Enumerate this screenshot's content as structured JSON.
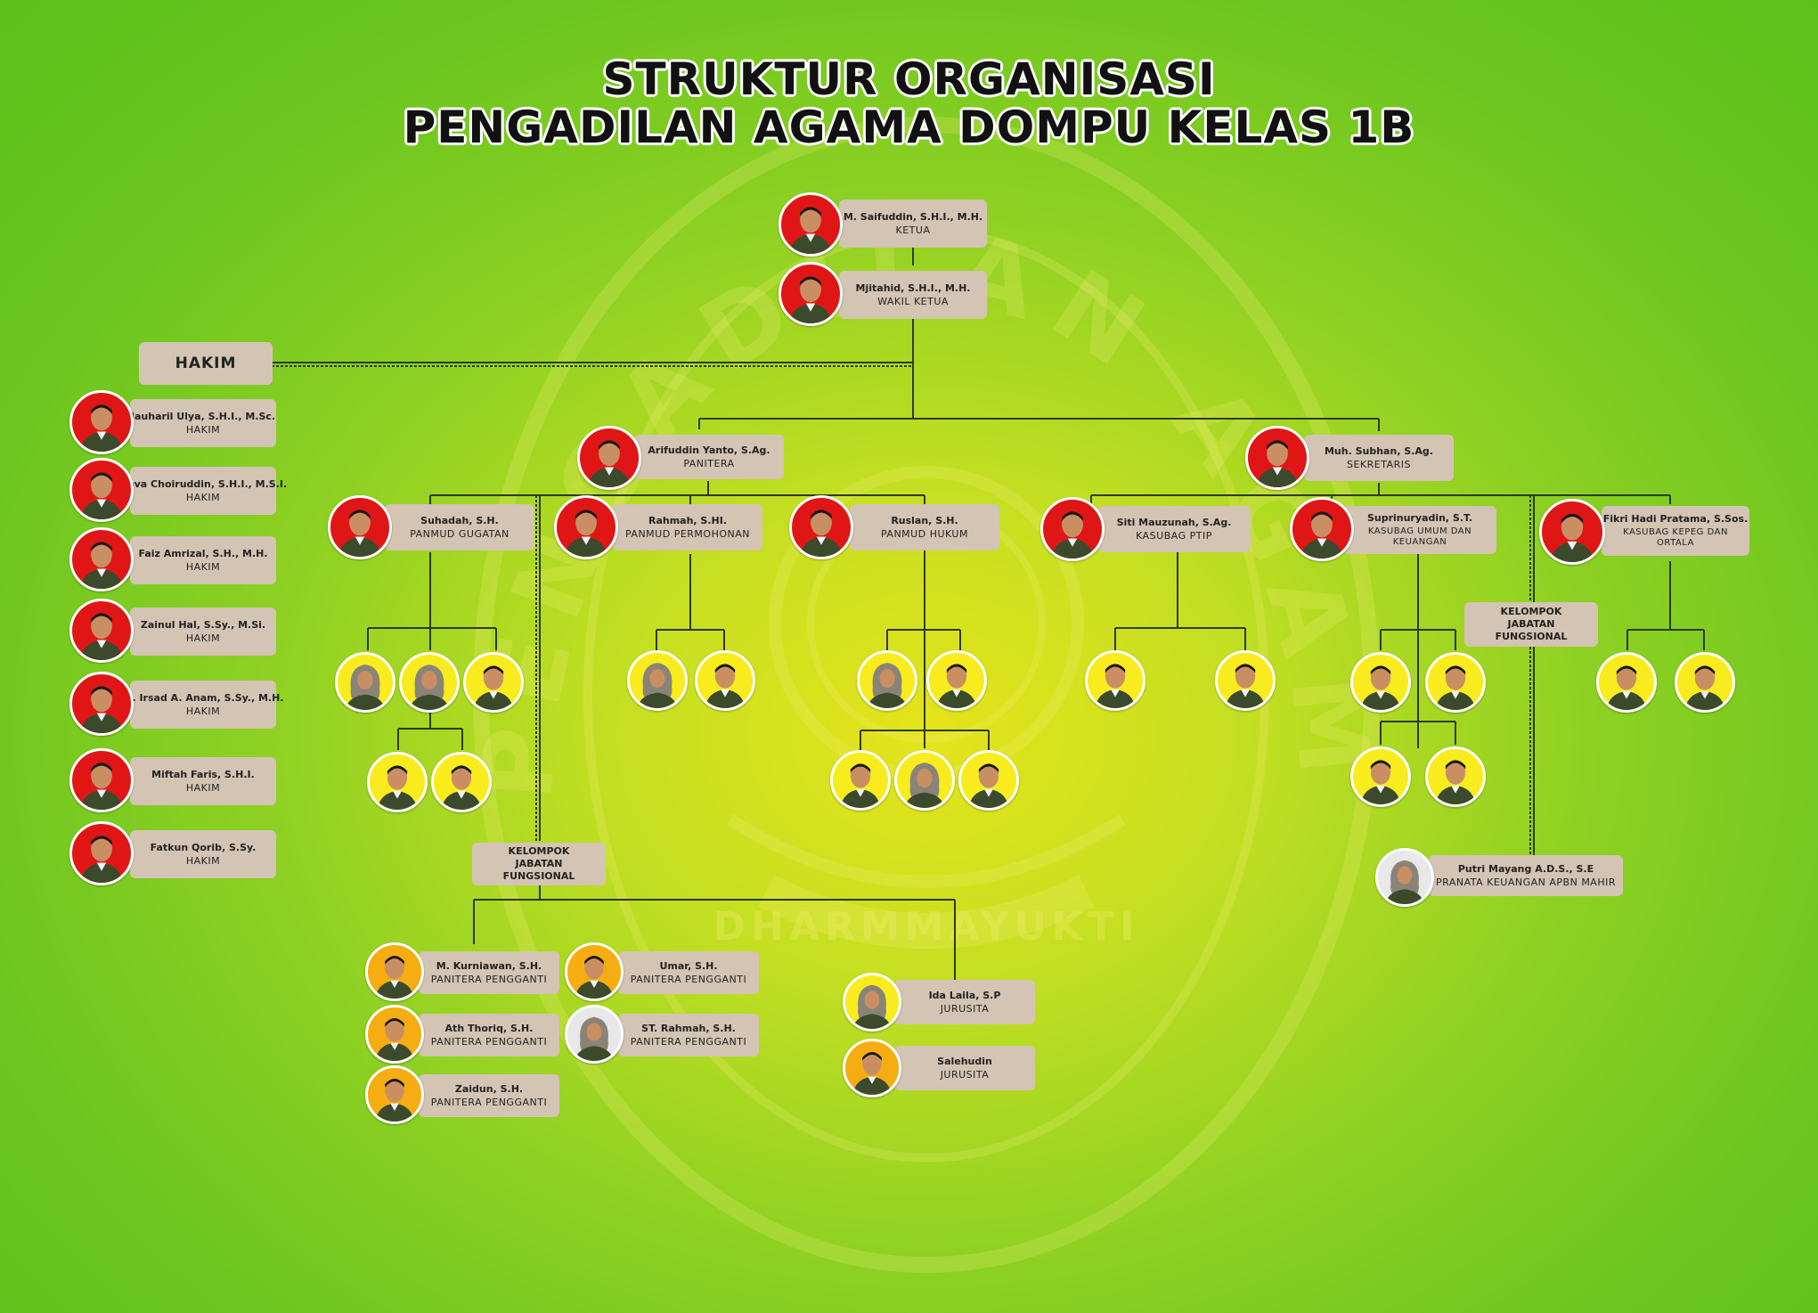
{
  "title": {
    "line1": "STRUKTUR ORGANISASI",
    "line2": "PENGADILAN AGAMA DOMPU KELAS 1B"
  },
  "watermark_text": {
    "arc": "PENGADILAN AGAMA DOMPU",
    "ribbon": "DHARMMAYUKTI"
  },
  "colors": {
    "card": "#d3c4b4",
    "avatar_red": "#e01616",
    "avatar_yellow": "#f8ec1e",
    "avatar_orange": "#f5ad12",
    "uniform_green": "#4a5a3a"
  },
  "leaders": {
    "ketua": {
      "name": "M. Saifuddin, S.H.I., M.H.",
      "role": "KETUA"
    },
    "wakil": {
      "name": "Mjitahid, S.H.I., M.H.",
      "role": "WAKIL KETUA"
    }
  },
  "hakim_label": "HAKIM",
  "hakim": [
    {
      "name": "Jauharil Ulya, S.H.I., M.Sc.",
      "role": "HAKIM"
    },
    {
      "name": "Nova Choiruddin, S.H.I., M.S.I.",
      "role": "HAKIM"
    },
    {
      "name": "Faiz Amrizal, S.H., M.H.",
      "role": "HAKIM"
    },
    {
      "name": "Zainul Hal, S.Sy., M.Si.",
      "role": "HAKIM"
    },
    {
      "name": "M. Irsad A. Anam, S.Sy., M.H.",
      "role": "HAKIM"
    },
    {
      "name": "Miftah Faris, S.H.I.",
      "role": "HAKIM"
    },
    {
      "name": "Fatkun Qorib, S.Sy.",
      "role": "HAKIM"
    }
  ],
  "panitera": {
    "name": "Arifuddin Yanto, S.Ag.",
    "role": "PANITERA"
  },
  "sekretaris": {
    "name": "Muh. Subhan, S.Ag.",
    "role": "SEKRETARIS"
  },
  "panmud": [
    {
      "name": "Suhadah, S.H.",
      "role": "PANMUD GUGATAN"
    },
    {
      "name": "Rahmah, S.HI.",
      "role": "PANMUD PERMOHONAN"
    },
    {
      "name": "Ruslan, S.H.",
      "role": "PANMUD HUKUM"
    }
  ],
  "kasubag": [
    {
      "name": "Siti Mauzunah, S.Ag.",
      "role": "KASUBAG PTIP"
    },
    {
      "name": "Suprinuryadin, S.T.",
      "role": "KASUBAG UMUM DAN KEUANGAN"
    },
    {
      "name": "Fikri Hadi Pratama, S.Sos.",
      "role": "KASUBAG KEPEG DAN ORTALA"
    }
  ],
  "jabfung_left_label": "KELOMPOK JABATAN FUNGSIONAL",
  "jabfung_right_label": "KELOMPOK JABATAN FUNGSIONAL",
  "panitera_pengganti": [
    {
      "name": "M. Kurniawan, S.H.",
      "role": "PANITERA PENGGANTI"
    },
    {
      "name": "Umar, S.H.",
      "role": "PANITERA PENGGANTI"
    },
    {
      "name": "Ath Thoriq, S.H.",
      "role": "PANITERA PENGGANTI"
    },
    {
      "name": "ST. Rahmah, S.H.",
      "role": "PANITERA PENGGANTI"
    },
    {
      "name": "Zaidun, S.H.",
      "role": "PANITERA PENGGANTI"
    }
  ],
  "jurusita": [
    {
      "name": "Ida Laila, S.P",
      "role": "JURUSITA"
    },
    {
      "name": "Salehudin",
      "role": "JURUSITA"
    }
  ],
  "pranata": {
    "name": "Putri Mayang A.D.S., S.E",
    "role": "PRANATA KEUANGAN APBN MAHIR"
  }
}
